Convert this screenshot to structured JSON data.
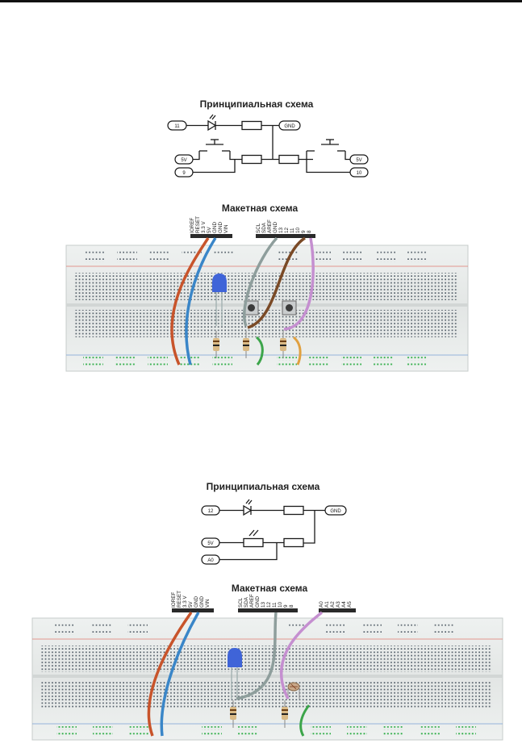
{
  "diagram1": {
    "schematic_title": "Принципиальная схема",
    "labels": {
      "led_pin": "11",
      "ground": "GND",
      "left_supply": "5V",
      "left_input": "9",
      "right_supply": "5V",
      "right_input": "10"
    },
    "layout_title": "Макетная схема",
    "header_power": [
      "IOREF",
      "RESET",
      "3.3 V",
      "5V",
      "GND",
      "GND",
      "VIN"
    ],
    "header_digital": [
      "SCL",
      "SDA",
      "AREF",
      "GND",
      "13",
      "12",
      "11",
      "10",
      "9",
      "8"
    ]
  },
  "diagram2": {
    "schematic_title": "Принципиальная схема",
    "labels": {
      "led_pin": "12",
      "ground": "GND",
      "supply": "5V",
      "analog_input": "A0"
    },
    "layout_title": "Макетная схема",
    "header_power": [
      "IOREF",
      "RESET",
      "3.3 V",
      "5V",
      "GND",
      "GND",
      "VIN"
    ],
    "header_digital": [
      "SCL",
      "SDA",
      "AREF",
      "GND",
      "13",
      "12",
      "11",
      "10",
      "9",
      "8"
    ],
    "header_analog": [
      "A0",
      "A1",
      "A2",
      "A3",
      "A4",
      "A5"
    ]
  },
  "colors": {
    "red_wire": "#c8542b",
    "blue_wire": "#3a86c8",
    "gray_wire": "#8e9e9c",
    "brown_wire": "#7a4a26",
    "violet_wire": "#c58fd0",
    "green_wire": "#3ca54a",
    "orange_wire": "#e0a040",
    "led_blue": "#3f64d8",
    "board": "#e8ebea",
    "hole_dark": "#55606a",
    "hole_green": "#2fae48",
    "rail_red": "#e07a70",
    "rail_blue": "#7aa0d6"
  }
}
